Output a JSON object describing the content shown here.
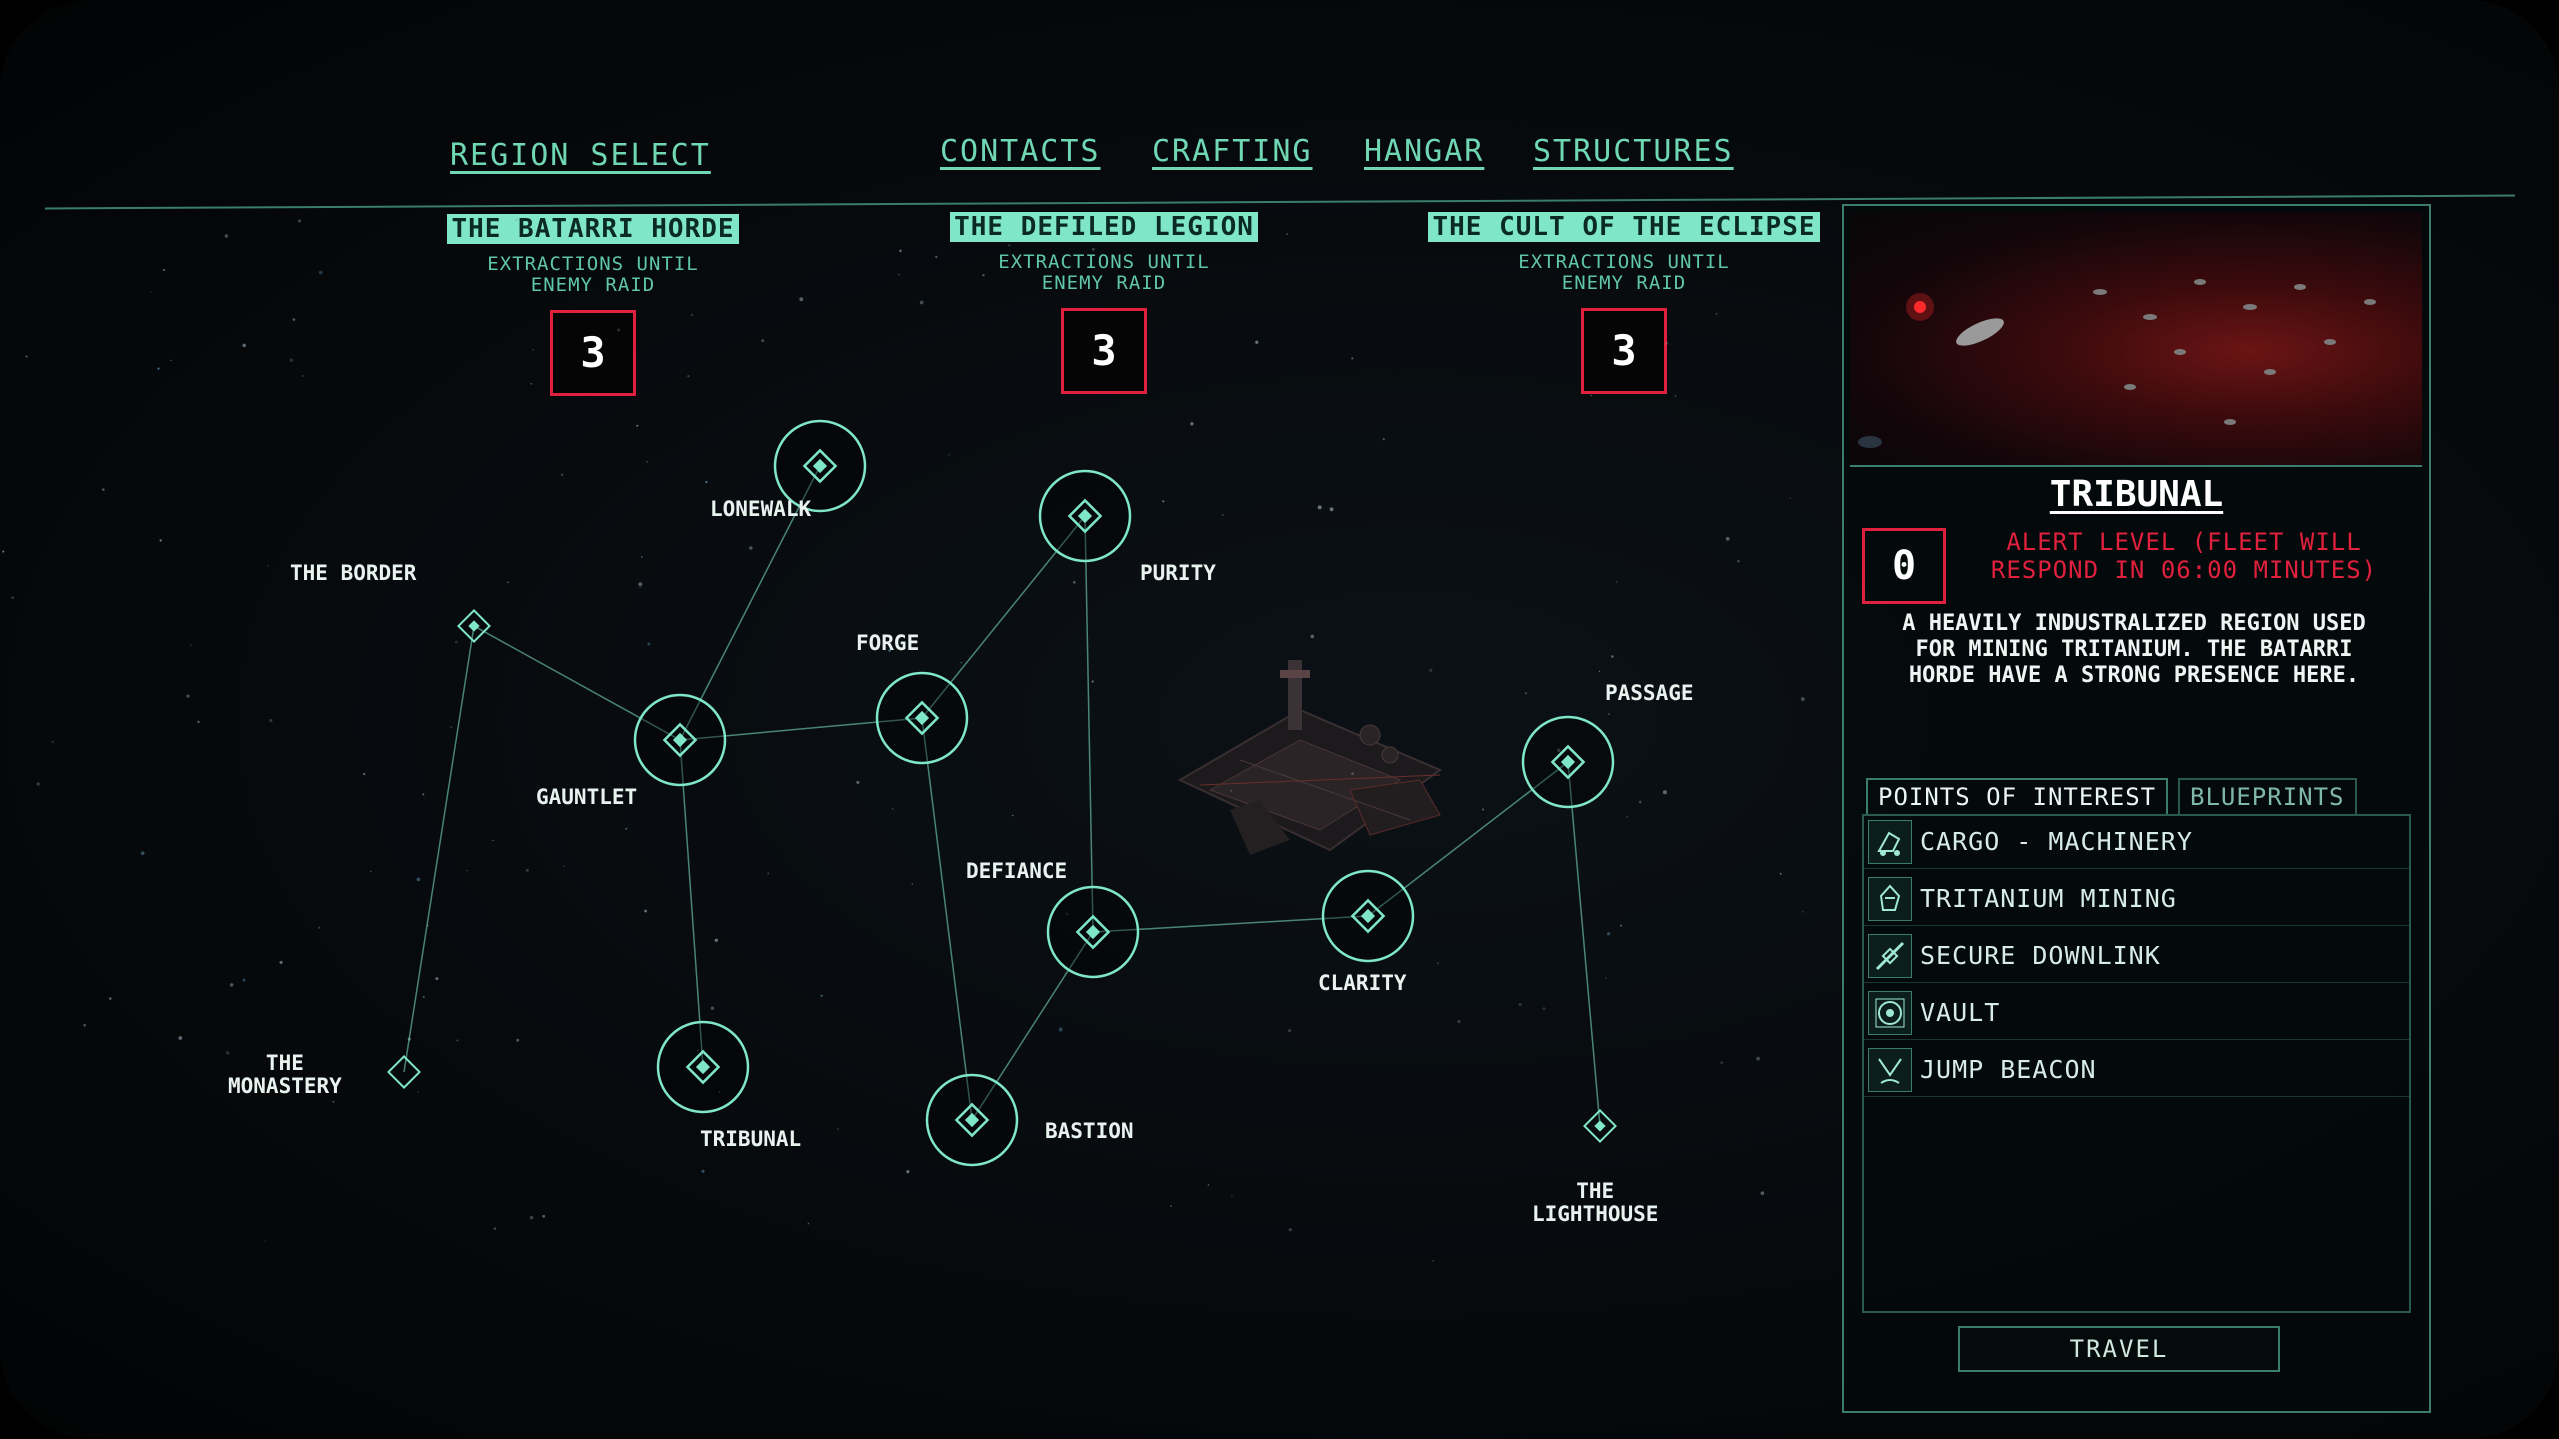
{
  "nav": {
    "region_select": "REGION SELECT",
    "contacts": "CONTACTS",
    "crafting": "CRAFTING",
    "hangar": "HANGAR",
    "structures": "STRUCTURES"
  },
  "factions": [
    {
      "name": "THE BATARRI HORDE",
      "subtitle": "EXTRACTIONS UNTIL ENEMY RAID",
      "count": "3"
    },
    {
      "name": "THE DEFILED LEGION",
      "subtitle": "EXTRACTIONS UNTIL ENEMY RAID",
      "count": "3"
    },
    {
      "name": "THE CULT OF THE ECLIPSE",
      "subtitle": "EXTRACTIONS UNTIL ENEMY RAID",
      "count": "3"
    }
  ],
  "map": {
    "nodes": [
      {
        "id": "lonewalk",
        "label": "LONEWALK",
        "size": "large"
      },
      {
        "id": "border",
        "label": "THE BORDER",
        "size": "small"
      },
      {
        "id": "gauntlet",
        "label": "GAUNTLET",
        "size": "large"
      },
      {
        "id": "forge",
        "label": "FORGE",
        "size": "large"
      },
      {
        "id": "purity",
        "label": "PURITY",
        "size": "large"
      },
      {
        "id": "monastery",
        "label": "THE MONASTERY",
        "size": "small"
      },
      {
        "id": "tribunal",
        "label": "TRIBUNAL",
        "size": "large"
      },
      {
        "id": "defiance",
        "label": "DEFIANCE",
        "size": "large"
      },
      {
        "id": "bastion",
        "label": "BASTION",
        "size": "large"
      },
      {
        "id": "clarity",
        "label": "CLARITY",
        "size": "large"
      },
      {
        "id": "passage",
        "label": "PASSAGE",
        "size": "large"
      },
      {
        "id": "lighthouse",
        "label": "THE LIGHTHOUSE",
        "size": "small"
      }
    ],
    "edges": [
      [
        "border",
        "gauntlet"
      ],
      [
        "border",
        "monastery"
      ],
      [
        "lonewalk",
        "gauntlet"
      ],
      [
        "gauntlet",
        "forge"
      ],
      [
        "gauntlet",
        "tribunal"
      ],
      [
        "forge",
        "purity"
      ],
      [
        "forge",
        "bastion"
      ],
      [
        "purity",
        "defiance"
      ],
      [
        "defiance",
        "bastion"
      ],
      [
        "defiance",
        "clarity"
      ],
      [
        "clarity",
        "passage"
      ],
      [
        "passage",
        "lighthouse"
      ]
    ]
  },
  "panel": {
    "region_name": "TRIBUNAL",
    "alert_level": "0",
    "alert_text": "ALERT LEVEL (FLEET WILL RESPOND IN 06:00 MINUTES)",
    "description": "A HEAVILY INDUSTRALIZED REGION USED FOR MINING TRITANIUM. THE BATARRI HORDE HAVE A STRONG PRESENCE HERE.",
    "tabs": {
      "poi": "POINTS OF INTEREST",
      "blueprints": "BLUEPRINTS"
    },
    "points_of_interest": [
      {
        "label": "CARGO - MACHINERY",
        "icon": "cargo-icon"
      },
      {
        "label": "TRITANIUM MINING",
        "icon": "mining-icon"
      },
      {
        "label": "SECURE DOWNLINK",
        "icon": "satellite-icon"
      },
      {
        "label": "VAULT",
        "icon": "vault-icon"
      },
      {
        "label": "JUMP BEACON",
        "icon": "beacon-icon"
      }
    ],
    "travel_label": "TRAVEL"
  },
  "colors": {
    "accent": "#7fe7c6",
    "node": "#7fe7c6",
    "alert": "#e0203c"
  }
}
